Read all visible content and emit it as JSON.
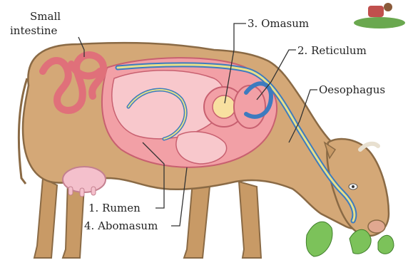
{
  "labels": {
    "small_intestine_line1": "Small",
    "small_intestine_line2": "intestine",
    "omasum": "3. Omasum",
    "reticulum": "2. Reticulum",
    "oesophagus": "Oesophagus",
    "rumen": "1. Rumen",
    "abomasum": "4. Abomasum"
  },
  "colors": {
    "cow_body": "#d4a877",
    "cow_outline": "#8a6a45",
    "gut_pink": "#f2a0a6",
    "gut_dark": "#e0707a",
    "tube_blue": "#3d7bbf",
    "tube_yellow": "#e8e08a",
    "udder": "#f4c0cc",
    "grass": "#5aa03a"
  }
}
